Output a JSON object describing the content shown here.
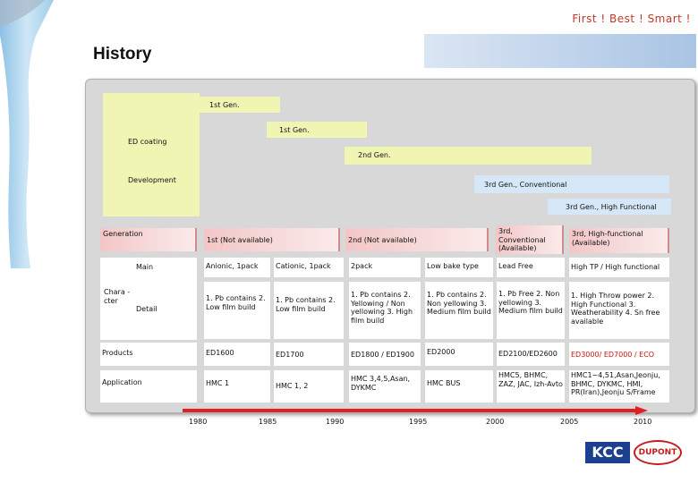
{
  "slogan": "First ! Best ! Smart !",
  "title": "History",
  "gens": {
    "g1": "1st Gen.",
    "ed_coating": "ED coating",
    "g1b": "1st Gen.",
    "g2": "2nd Gen.",
    "development": "Development",
    "g3": "3rd Gen., Conventional",
    "g3h": "3rd Gen., High Functional"
  },
  "table": {
    "generation": "Generation",
    "col1": "1st (Not available)",
    "col2": "2nd (Not available)",
    "col3": "3rd, Conventional (Available)",
    "col4": "3rd, High-functional (Available)",
    "chara": "Chara -cter",
    "main": "Main",
    "detail": "Detail",
    "main_row": [
      "Anionic, 1pack",
      "Cationic, 1pack",
      "2pack",
      "Low bake type",
      "Lead Free",
      "High TP / High functional"
    ],
    "detail_row": [
      "1. Pb contains 2. Low film build",
      "1. Pb contains 2. Low film build",
      "1. Pb contains 2. Yellowing / Non yellowing 3. High film build",
      "1. Pb contains 2. Non yellowing 3. Medium film build",
      "1. Pb Free 2. Non yellowing 3. Medium film build",
      "1. High Throw power 2. High Functional 3. Weatherability 4. Sn free available"
    ],
    "products": "Products",
    "products_row": [
      "ED1600",
      "ED1700",
      "ED1800 / ED1900",
      "ED2000",
      "ED2100/ED2600",
      "ED3000/ ED7000 / ECO"
    ],
    "application": "Application",
    "application_row": [
      "HMC 1",
      "HMC 1, 2",
      "HMC 3,4,5,Asan, DYKMC",
      "HMC BUS",
      "HMC5, BHMC, ZAZ, JAC, Izh-Avto",
      "HMC1~4,51,Asan,Jeonju, BHMC, DYKMC, HMI, PR(Iran),Jeonju S/Frame"
    ]
  },
  "years": [
    "1980",
    "1985",
    "1990",
    "1995",
    "2000",
    "2005",
    "2010"
  ],
  "logos": {
    "kcc": "KCC",
    "dupont": "DUPONT"
  },
  "colors": {
    "slogan": "#c0392b",
    "gen_yellow": "#f1f5b4",
    "gen_blue": "#d6e8f7",
    "header_pink": "#f3c6c6",
    "arrow": "#e02020",
    "highlight": "#d01010"
  }
}
